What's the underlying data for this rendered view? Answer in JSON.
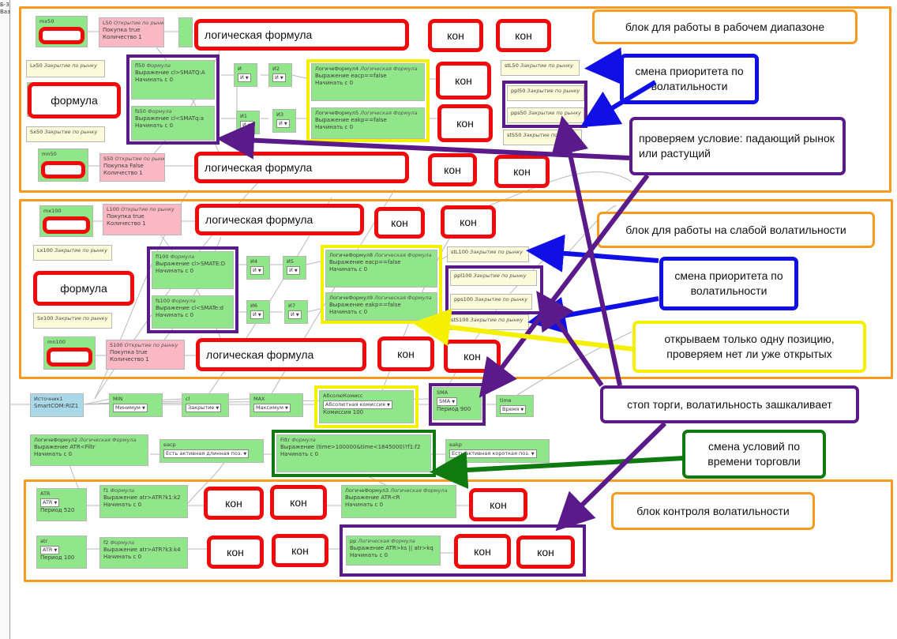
{
  "side": {
    "t1": "Б-3",
    "t2": "Ваз"
  },
  "nodes": {
    "mx50": {
      "title": "mx50"
    },
    "L50": {
      "title": "L50",
      "type": "Открытие по рынку",
      "r1": "Покупка      true",
      "r2": "Количество       1"
    },
    "Lx50": {
      "title": "Lx50",
      "type": "Закрытие по рынку"
    },
    "fl50": {
      "title": "fl50",
      "type": "Формула",
      "r1": "Выражение cl>SMATQ:A",
      "r2": "Начинать с                0"
    },
    "fs50": {
      "title": "fs50",
      "type": "Формула",
      "r1": "Выражение cl<SMATq:a",
      "r2": "Начинать с                0"
    },
    "I": {
      "title": "И",
      "val": "И"
    },
    "I2": {
      "title": "И2",
      "val": "И"
    },
    "I1": {
      "title": "И1",
      "val": "И"
    },
    "I3": {
      "title": "И3",
      "val": "И"
    },
    "LF4": {
      "title": "ЛогичеФормул4",
      "type": "Логическая Формула",
      "r1": "Выражение eacp==false",
      "r2": "Начинать с                    0"
    },
    "LF5": {
      "title": "ЛогичеФормул5",
      "type": "Логическая Формула",
      "r1": "Выражение eakp==false",
      "r2": "Начинать с                    0"
    },
    "stL50": {
      "title": "stL50",
      "type": "Закрытие по рынку"
    },
    "ppl50": {
      "title": "ppl50",
      "type": "Закрытие по рынку"
    },
    "pps50": {
      "title": "pps50",
      "type": "Закрытие по рынку"
    },
    "stS50": {
      "title": "stS50",
      "type": "Закрытие по рынку"
    },
    "Sx50": {
      "title": "Sx50",
      "type": "Закрытие по рынку"
    },
    "mn50": {
      "title": "mn50"
    },
    "S50": {
      "title": "S50",
      "type": "Открытие по рынку",
      "r1": "Покупка      False",
      "r2": "Количество       1"
    },
    "mx100": {
      "title": "mx100"
    },
    "L100": {
      "title": "L100",
      "type": "Открытие по рынку",
      "r1": "Покупка      true",
      "r2": "Количество       1"
    },
    "Lx100": {
      "title": "Lx100",
      "type": "Закрытие по рынку"
    },
    "fl100": {
      "title": "fl100",
      "type": "Формула",
      "r1": "Выражение cl>SMATE:D",
      "r2": "Начинать с                0"
    },
    "fs100": {
      "title": "fs100",
      "type": "Формула",
      "r1": "Выражение cl<SMATe:d",
      "r2": "Начинать с                0"
    },
    "I4": {
      "title": "И4",
      "val": "И"
    },
    "I5": {
      "title": "И5",
      "val": "И"
    },
    "I6": {
      "title": "И6",
      "val": "И"
    },
    "I7": {
      "title": "И7",
      "val": "И"
    },
    "LF8": {
      "title": "ЛогичеФормул8",
      "type": "Логическая Формула",
      "r1": "Выражение eacp==false",
      "r2": "Начинать с                    0"
    },
    "LF9": {
      "title": "ЛогичеФормул9",
      "type": "Логическая Формула",
      "r1": "Выражение eakp==false",
      "r2": "Начинать с                    0"
    },
    "stL100": {
      "title": "stL100",
      "type": "Закрытие по рынку"
    },
    "ppl100": {
      "title": "ppl100",
      "type": "Закрытие по рынку"
    },
    "pps100": {
      "title": "pps100",
      "type": "Закрытие по рынку"
    },
    "stS100": {
      "title": "stS100",
      "type": "Закрытие по рынку"
    },
    "Sx100": {
      "title": "Sx100",
      "type": "Закрытие по рынку"
    },
    "mn100": {
      "title": "mn100"
    },
    "S100": {
      "title": "S100",
      "type": "Открытие по рынку",
      "r1": "Покупка      true",
      "r2": "Количество       1"
    },
    "src": {
      "title": "Источник1",
      "r1": "SmartCOM:RIZ1"
    },
    "MIN": {
      "title": "MIN",
      "val": "Минимум"
    },
    "cl": {
      "title": "cl",
      "val": "Закрытие"
    },
    "MAX": {
      "title": "MAX",
      "val": "Максимум"
    },
    "abs": {
      "title": "АбсолюКомисс",
      "val": "Абсолютная комиссия",
      "r2": "Комиссия    100"
    },
    "SMA": {
      "title": "SMA",
      "val": "SMA",
      "r2": "Период    900"
    },
    "time": {
      "title": "time",
      "val": "Время"
    },
    "LF2": {
      "title": "ЛогичеФормул2",
      "type": "Логическая Формула",
      "r1": "Выражение ATR<Filtr",
      "r2": "Начинать с         0"
    },
    "eacp": {
      "title": "eacp",
      "val": "Есть активная длинная поз."
    },
    "Filtr": {
      "title": "Filtr",
      "type": "Формула",
      "r1": "Выражение (time>100000&time<1845000)?f1:f2",
      "r2": "Начинать с                                          0"
    },
    "eakp": {
      "title": "eakp",
      "val": "Есть активная короткая поз."
    },
    "ATR": {
      "title": "ATR",
      "val": "ATR",
      "r2": "Период    520"
    },
    "f1": {
      "title": "f1",
      "type": "Формула",
      "r1": "Выражение atr>ATR?k1:k2",
      "r2": "Начинать с                   0"
    },
    "LF3": {
      "title": "ЛогичеФормул3",
      "type": "Логическая Формула",
      "r1": "Выражение ATR<R",
      "r2": "Начинать с                    0"
    },
    "atr": {
      "title": "atr",
      "val": "ATR",
      "r2": "Период    100"
    },
    "f2": {
      "title": "f2",
      "type": "Формула",
      "r1": "Выражение atr>ATR?k3:k4",
      "r2": "Начинать с                   0"
    },
    "pp": {
      "title": "pp",
      "type": "Логическая Формула",
      "r1": "Выражение ATR>ks || atr>kq",
      "r2": "Начинать с                    0"
    }
  },
  "annotations": {
    "logic": "логическая формула",
    "kon": "кон",
    "formula": "формула",
    "block_range": "блок для работы в рабочем диапазоне",
    "block_weak": "блок для работы на слабой волатильности",
    "block_ctrl": "блок контроля волатильности",
    "priority_1": "смена приоритета по волатильности",
    "priority_2": "смена приоритета по волатильности",
    "check_market": "проверяем условие: падающий рынок или растущий",
    "one_position": "открываем только одну позицию, проверяем нет ли уже открытых",
    "stop_trading": "стоп торги, волатильность зашкаливает",
    "time_change": "смена условий по времени торговли"
  },
  "colors": {
    "node_green": "#92e68a",
    "node_pink": "#f9b8c4",
    "node_yellow": "#fbfbd9",
    "node_blue": "#a9d8e8",
    "red": "#f00a0a",
    "orange": "#f79a1e",
    "blue": "#1010e6",
    "purple": "#5a1a8a",
    "yellow": "#f4f000",
    "green": "#0f7a0f"
  }
}
